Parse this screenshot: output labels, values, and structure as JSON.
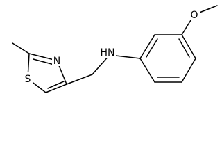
{
  "molecule": {
    "atoms": {
      "nh": "HN",
      "n_thiazole": "N",
      "s_thiazole": "S",
      "o_methoxy": "O"
    }
  }
}
